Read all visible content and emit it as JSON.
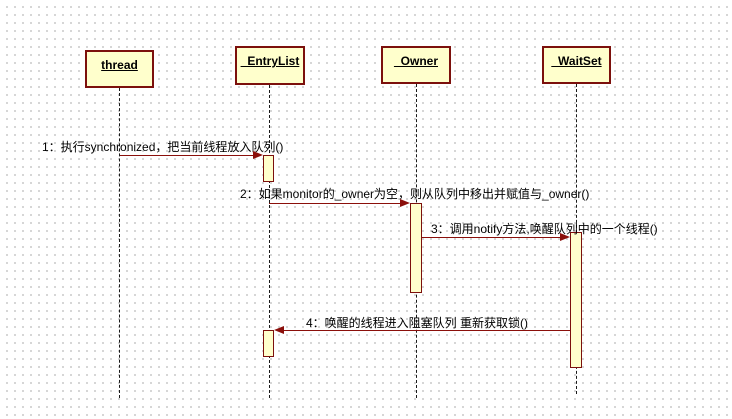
{
  "diagram": {
    "type": "uml-sequence-diagram",
    "colors": {
      "object_box_fill": "#FFFFCC",
      "object_box_border": "#7C100C",
      "message_line": "#8B0F0B",
      "lifeline": "#1A1A1A",
      "background_dot": "#B2B2B2",
      "text": "#000000"
    },
    "lifelines": [
      {
        "name": "thread"
      },
      {
        "name": "_EntryList"
      },
      {
        "name": "_Owner"
      },
      {
        "name": "_WaitSet"
      }
    ],
    "messages": [
      {
        "seq": 1,
        "label": "1：执行synchronized，把当前线程放入队列()",
        "from": "thread",
        "to": "_EntryList",
        "direction": "right"
      },
      {
        "seq": 2,
        "label": "2：如果monitor的_owner为空，则从队列中移出并赋值与_owner()",
        "from": "_EntryList",
        "to": "_Owner",
        "direction": "right"
      },
      {
        "seq": 3,
        "label": "3：调用notify方法,唤醒队列中的一个线程()",
        "from": "_Owner",
        "to": "_WaitSet",
        "direction": "right"
      },
      {
        "seq": 4,
        "label": "4：唤醒的线程进入阻塞队列 重新获取锁()",
        "from": "_WaitSet",
        "to": "_EntryList",
        "direction": "left"
      }
    ]
  }
}
